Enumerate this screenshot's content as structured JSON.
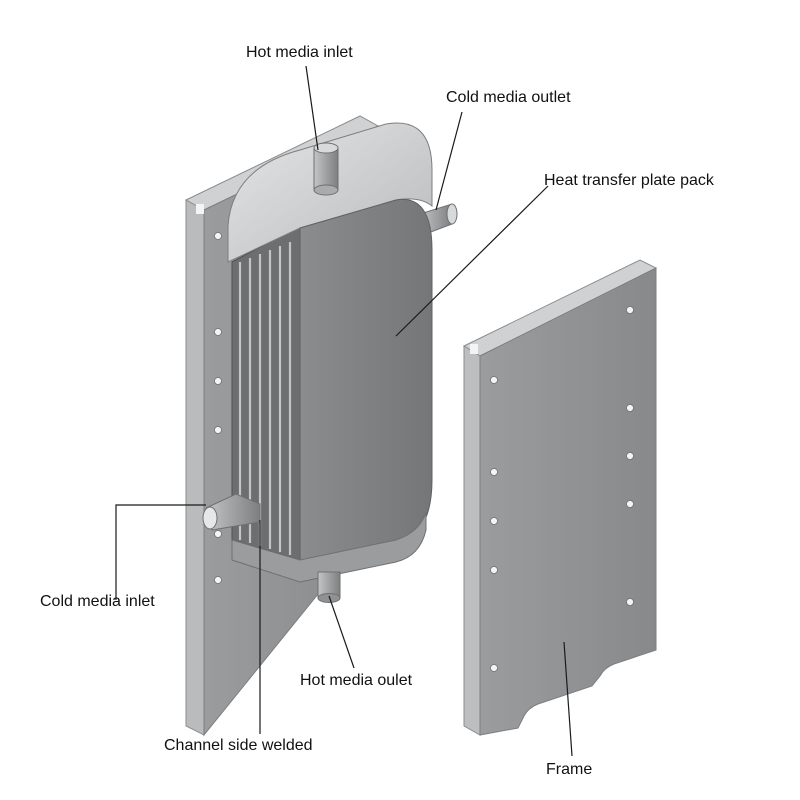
{
  "labels": {
    "hot_inlet": "Hot media inlet",
    "cold_outlet": "Cold media outlet",
    "plate_pack": "Heat transfer plate pack",
    "cold_inlet": "Cold media inlet",
    "hot_outlet": "Hot media oulet",
    "channel_welded": "Channel side welded",
    "frame": "Frame"
  },
  "colors": {
    "frame_face": "#8f9193",
    "frame_side": "#c9cacb",
    "body_front": "#7f8183",
    "head_top": "#d6d7d8",
    "plates": "#6e7072",
    "plate_highlight": "#b9bbbd",
    "pipe": "#a9abad",
    "hole": "#f4f4f4",
    "leader": "#1a1a1a"
  }
}
